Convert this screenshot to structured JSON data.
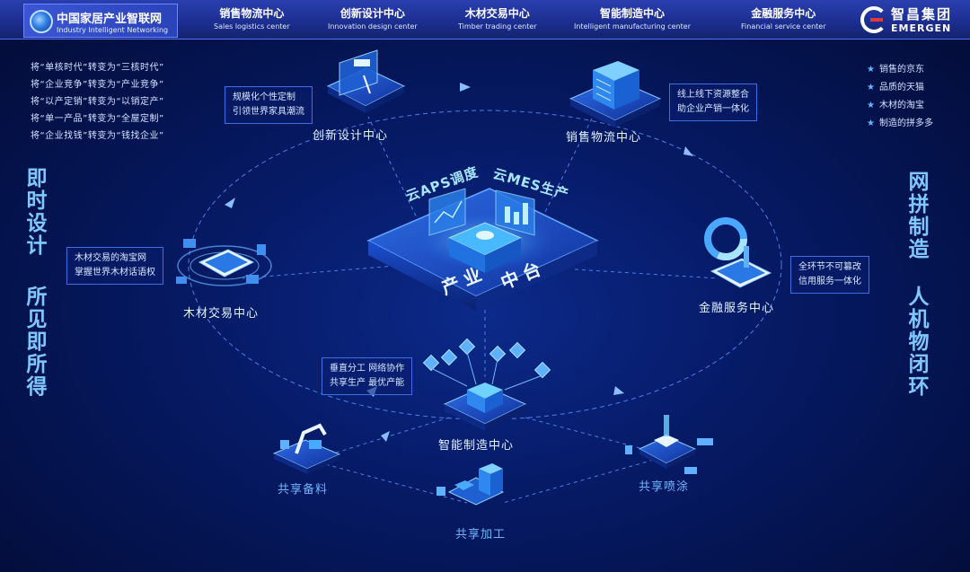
{
  "nav": {
    "brand_cn": "中国家居产业智联网",
    "brand_en": "Industry Intelligent Networking",
    "items": [
      {
        "cn": "销售物流中心",
        "en": "Sales logistics center"
      },
      {
        "cn": "创新设计中心",
        "en": "Innovation design center"
      },
      {
        "cn": "木材交易中心",
        "en": "Timber trading center"
      },
      {
        "cn": "智能制造中心",
        "en": "Intelligent manufacturing center"
      },
      {
        "cn": "金融服务中心",
        "en": "Financial service center"
      }
    ],
    "corp_cn": "智昌集团",
    "corp_en": "EMERGEN"
  },
  "transforms": [
    "将“单核时代”转变为“三核时代”",
    "将“企业竞争”转变为“产业竞争”",
    "将“以产定销”转变为“以销定产”",
    "将“单一产品”转变为“全屋定制”",
    "将“企业找钱”转变为“钱找企业”"
  ],
  "platforms": [
    "销售的京东",
    "品质的天猫",
    "木材的淘宝",
    "制造的拼多多"
  ],
  "vertical_left": [
    "即时设计",
    "所见即所得"
  ],
  "vertical_right": [
    "网拼制造",
    "人机物闭环"
  ],
  "hub": {
    "aps": "云APS调度",
    "mes": "云MES生产",
    "title_a": "产业",
    "title_b": "中台"
  },
  "nodes": {
    "design": "创新设计中心",
    "sales": "销售物流中心",
    "timber": "木材交易中心",
    "finance": "金融服务中心",
    "manufacturing": "智能制造中心",
    "material": "共享备料",
    "process": "共享加工",
    "spray": "共享喷涂"
  },
  "callouts": {
    "design": [
      "规模化个性定制",
      "引领世界家具潮流"
    ],
    "sales": [
      "线上线下资源整合",
      "助企业产销一体化"
    ],
    "timber": [
      "木材交易的淘宝网",
      "掌握世界木材话语权"
    ],
    "finance": [
      "全环节不可篡改",
      "信用服务一体化"
    ],
    "manufacturing": [
      "垂直分工 网络协作",
      "共享生产 最优产能"
    ]
  },
  "colors": {
    "accent": "#4ba8ff",
    "label_blue": "#6fb6ff",
    "vertical": "#7fc8ff"
  }
}
